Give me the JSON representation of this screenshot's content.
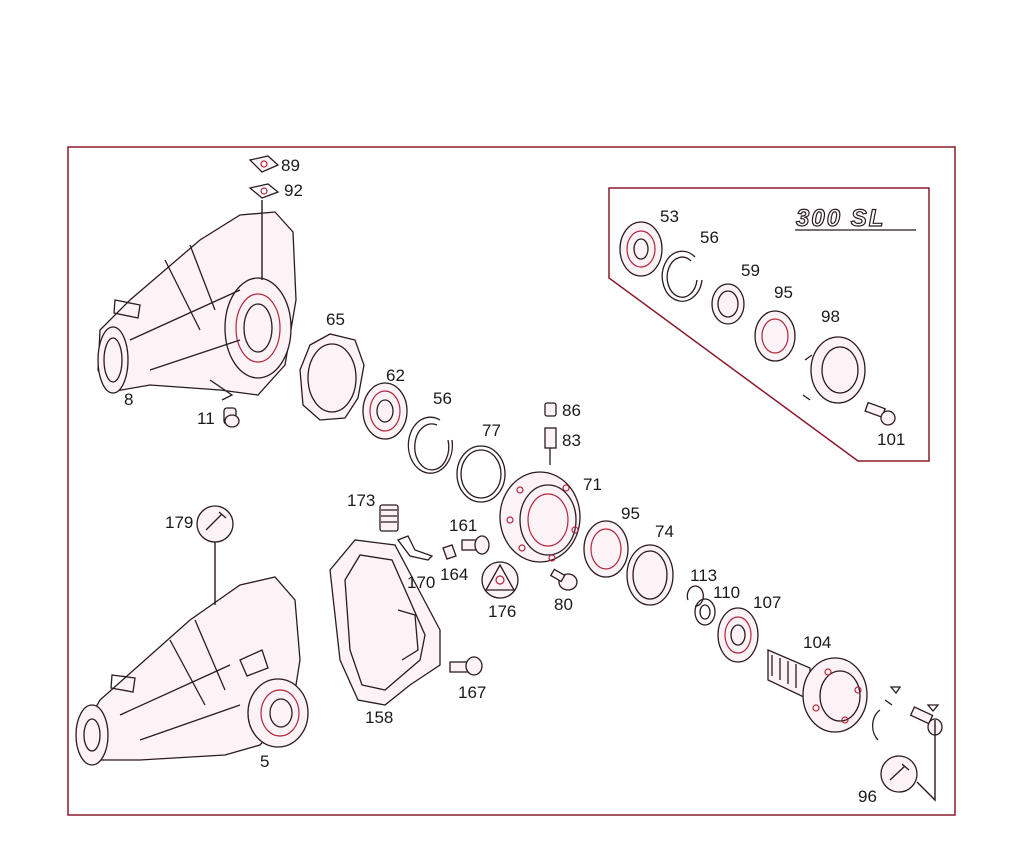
{
  "diagram": {
    "model_badge": "300 SL",
    "colors": {
      "frame": "#8a1a2c",
      "accent": "#b0263f",
      "line": "#2b1a1f"
    },
    "parts": {
      "p89": "89",
      "p92": "92",
      "p65": "65",
      "p62": "62",
      "p56a": "56",
      "p77": "77",
      "p86": "86",
      "p83": "83",
      "p71": "71",
      "p8": "8",
      "p11": "11",
      "p173": "173",
      "p161": "161",
      "p179": "179",
      "p170": "170",
      "p164": "164",
      "p176": "176",
      "p80": "80",
      "p95a": "95",
      "p74": "74",
      "p113": "113",
      "p110": "110",
      "p107": "107",
      "p104": "104",
      "p167": "167",
      "p158": "158",
      "p5": "5",
      "p96": "96",
      "p53": "53",
      "p56b": "56",
      "p59": "59",
      "p95b": "95",
      "p98": "98",
      "p101": "101"
    }
  }
}
